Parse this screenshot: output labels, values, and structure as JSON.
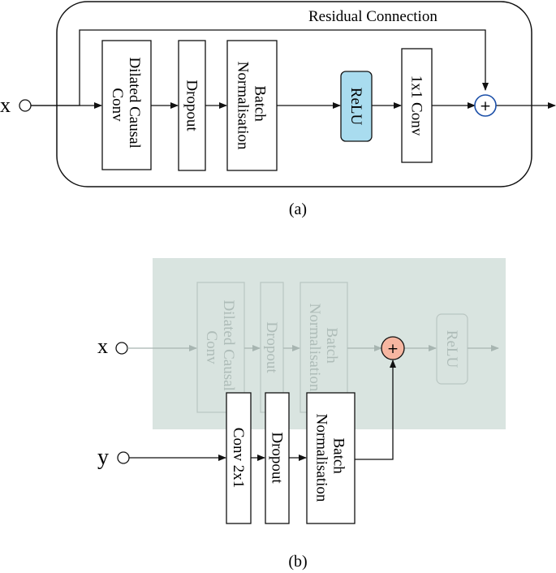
{
  "colors": {
    "relu_fill": "#a9dcef",
    "add_b_fill": "#f6b6a1",
    "add_a_stroke": "#1b4fa8",
    "panel_b_bg": "#d9e4e0"
  },
  "panel_a": {
    "caption": "(a)",
    "input_label": "x",
    "residual_label": "Residual Connection",
    "blocks": {
      "dilated_line1": "Dilated Causal",
      "dilated_line2": "Conv",
      "dropout": "Dropout",
      "bn_line1": "Batch",
      "bn_line2": "Normalisation",
      "relu": "ReLU",
      "conv1x1": "1x1 Conv"
    },
    "add_symbol": "+"
  },
  "panel_b": {
    "caption": "(b)",
    "input_x_label": "x",
    "input_y_label": "y",
    "faded_blocks": {
      "dilated_line1": "Dilated Causal",
      "dilated_line2": "Conv",
      "dropout": "Dropout",
      "bn_line1": "Batch",
      "bn_line2": "Normalisation",
      "relu": "ReLU"
    },
    "blocks": {
      "conv2x1": "Conv 2x1",
      "dropout": "Dropout",
      "bn_line1": "Batch",
      "bn_line2": "Normalisation"
    },
    "add_symbol": "+"
  }
}
